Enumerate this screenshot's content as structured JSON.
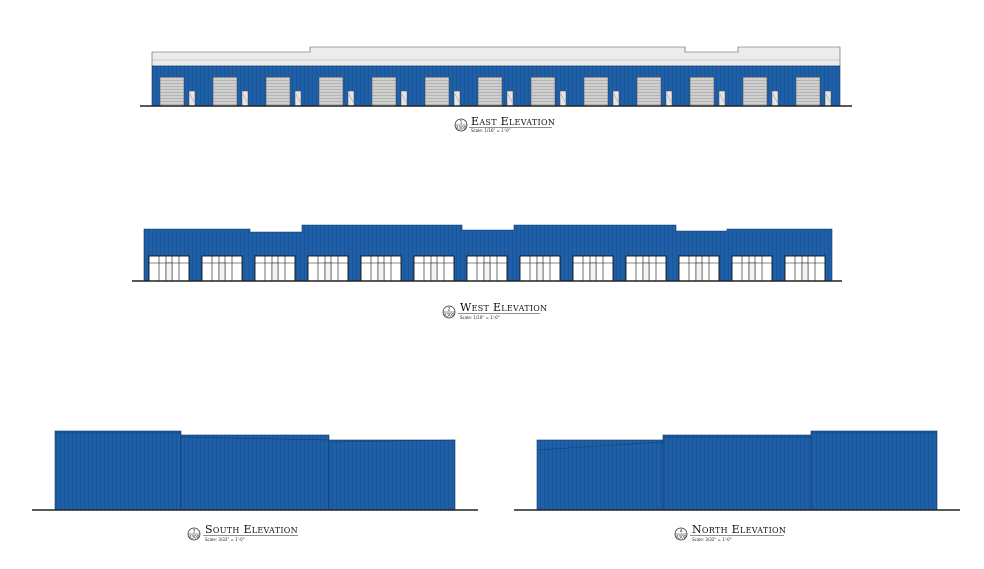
{
  "sheet": {
    "wall_color": "#1f5fa8",
    "trim_color": "#d9d9d9",
    "door_color": "#c8c8c8"
  },
  "elevations": [
    {
      "id": "east",
      "num": "1",
      "sheet": "A300",
      "title": "East Elevation",
      "scale": "Scale: 1/16\" = 1'-0\"",
      "bays": 13,
      "feature": "overhead-doors"
    },
    {
      "id": "west",
      "num": "2",
      "sheet": "A300",
      "title": "West Elevation",
      "scale": "Scale: 1/16\" = 1'-0\"",
      "bays": 13,
      "feature": "storefront-windows"
    },
    {
      "id": "south",
      "num": "3",
      "sheet": "A300",
      "title": "South Elevation",
      "scale": "Scale: 3/32\" = 1'-0\"",
      "bays": 0,
      "feature": "blank-wall"
    },
    {
      "id": "north",
      "num": "4",
      "sheet": "A300",
      "title": "North Elevation",
      "scale": "Scale: 3/32\" = 1'-0\"",
      "bays": 0,
      "feature": "blank-wall"
    }
  ]
}
